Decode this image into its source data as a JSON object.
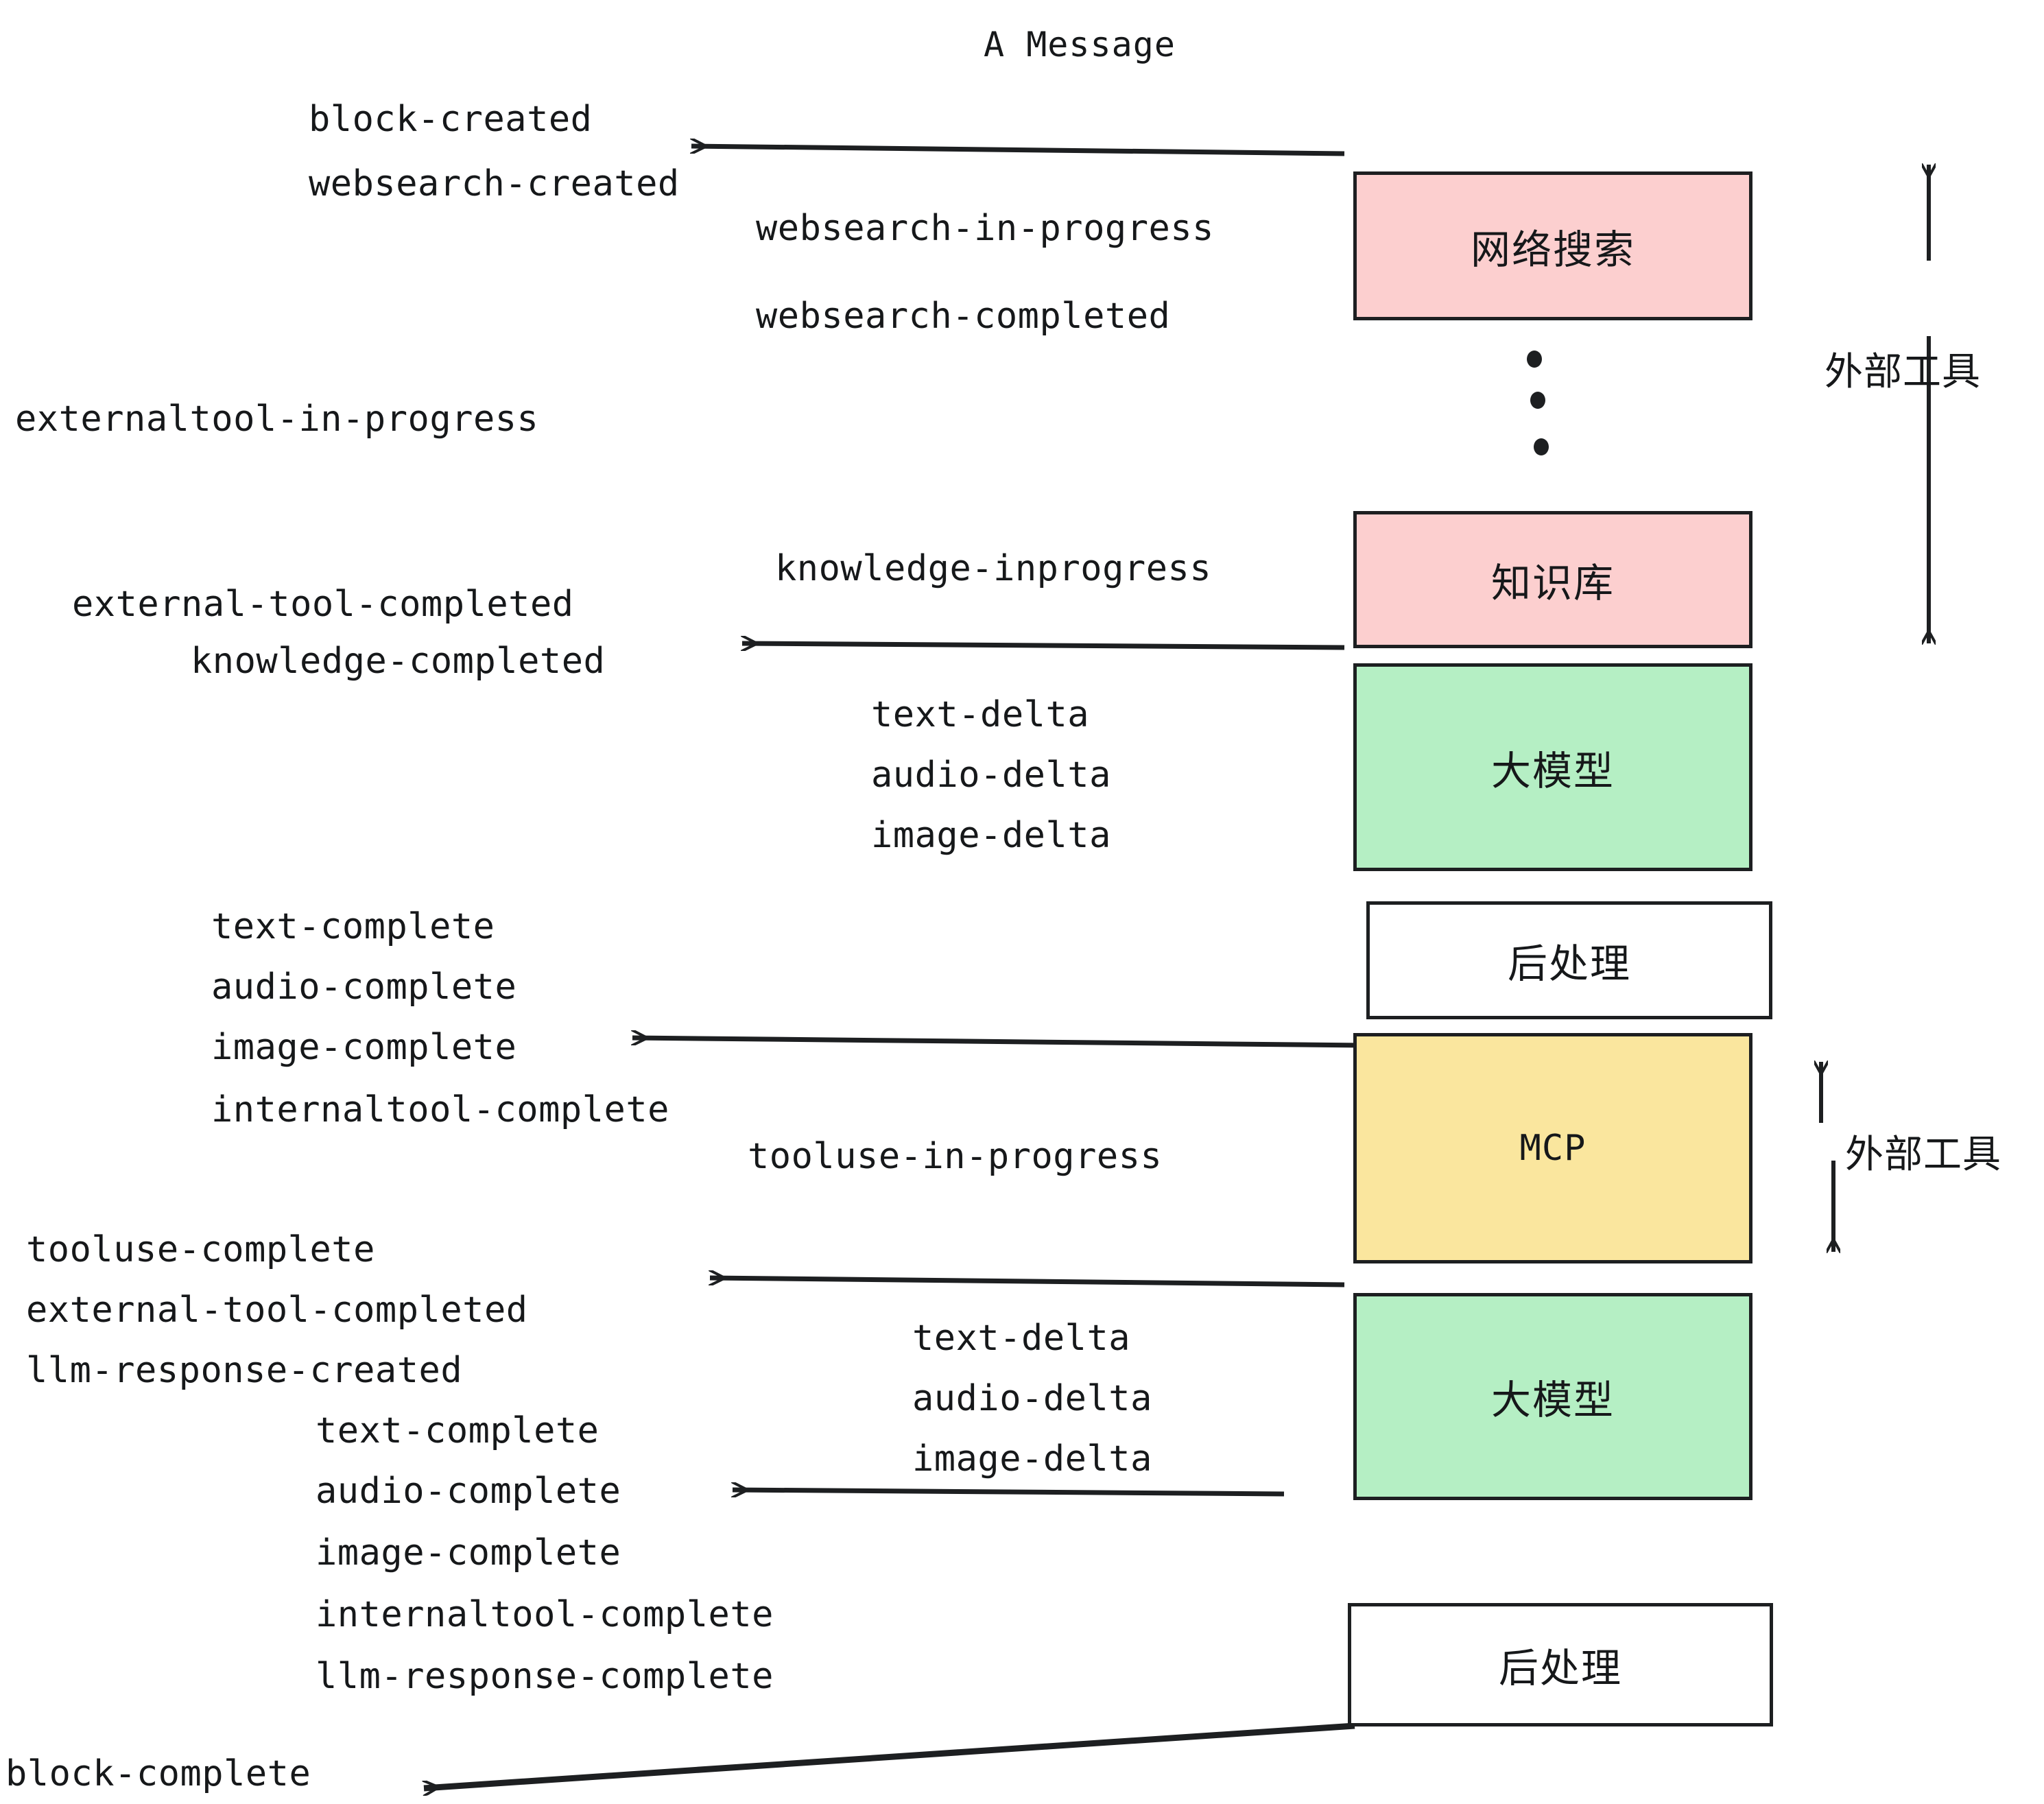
{
  "title": "A Message",
  "colors": {
    "stroke": "#1d1f21",
    "pink": "#fccfcf",
    "green": "#b5efc4",
    "yellow": "#fae69e",
    "white": "#ffffff",
    "text": "#16181a"
  },
  "nodes": [
    {
      "id": "websearch",
      "label": "网络搜索",
      "fill": "#fccfcf",
      "mono": false
    },
    {
      "id": "knowledge",
      "label": "知识库",
      "fill": "#fccfcf",
      "mono": false
    },
    {
      "id": "llm-top",
      "label": "大模型",
      "fill": "#b5efc4",
      "mono": false
    },
    {
      "id": "post-top",
      "label": "后处理",
      "fill": "#ffffff",
      "mono": false
    },
    {
      "id": "mcp",
      "label": "MCP",
      "fill": "#fae69e",
      "mono": true
    },
    {
      "id": "llm-bottom",
      "label": "大模型",
      "fill": "#b5efc4",
      "mono": false
    },
    {
      "id": "post-bottom",
      "label": "后处理",
      "fill": "#ffffff",
      "mono": false
    }
  ],
  "side_labels": {
    "external_tool_top": "外部工具",
    "external_tool_bottom": "外部工具"
  },
  "events": {
    "block_created": "block-created",
    "websearch_created": "websearch-created",
    "websearch_in_progress": "websearch-in-progress",
    "websearch_completed": "websearch-completed",
    "externaltool_in_progress": "externaltool-in-progress",
    "knowledge_inprogress": "knowledge-inprogress",
    "external_tool_completed_1": "external-tool-completed",
    "knowledge_completed": "knowledge-completed",
    "text_delta_1": "text-delta",
    "audio_delta_1": "audio-delta",
    "image_delta_1": "image-delta",
    "text_complete_1": "text-complete",
    "audio_complete_1": "audio-complete",
    "image_complete_1": "image-complete",
    "internaltool_complete_1": "internaltool-complete",
    "tooluse_in_progress": "tooluse-in-progress",
    "tooluse_complete": "tooluse-complete",
    "external_tool_completed_2": "external-tool-completed",
    "llm_response_created": "llm-response-created",
    "text_delta_2": "text-delta",
    "audio_delta_2": "audio-delta",
    "image_delta_2": "image-delta",
    "text_complete_2": "text-complete",
    "audio_complete_2": "audio-complete",
    "image_complete_2": "image-complete",
    "internaltool_complete_2": "internaltool-complete",
    "llm_response_complete": "llm-response-complete",
    "block_complete": "block-complete"
  }
}
